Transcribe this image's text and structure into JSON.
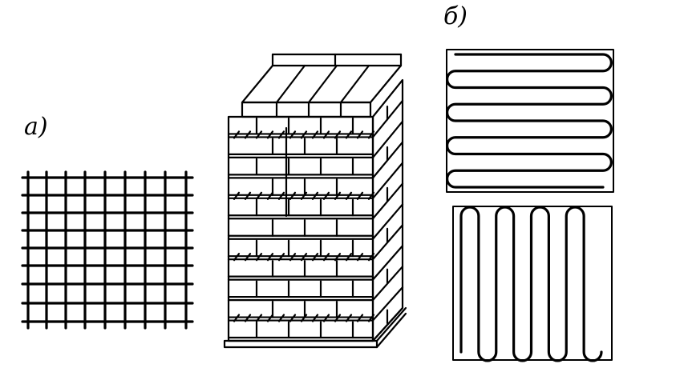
{
  "figure": {
    "label_a": "а)",
    "label_b": "б)"
  },
  "mesh": {
    "rows": 9,
    "cols": 9
  },
  "pillar": {
    "courses": 11
  },
  "serpentine": {
    "loops_horizontal": 9,
    "loops_vertical": 9
  },
  "colors": {
    "ink": "#000000",
    "background": "#ffffff"
  }
}
